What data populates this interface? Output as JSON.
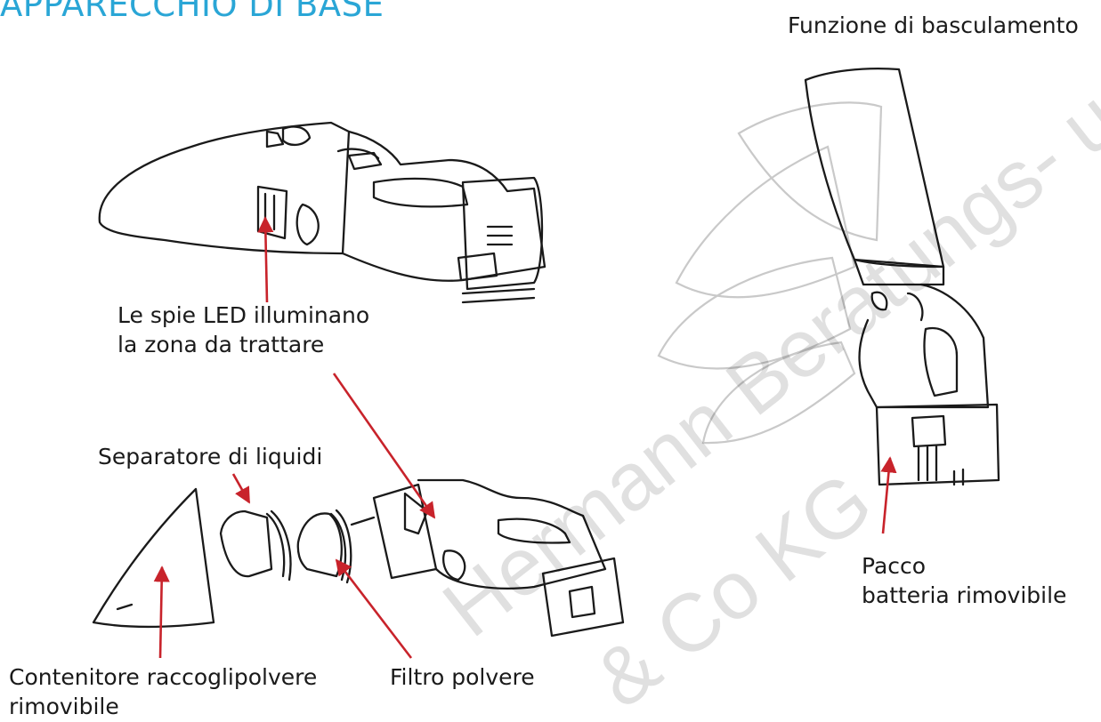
{
  "title": "APPARECCHIO DI BASE",
  "labels": {
    "tilt_function": "Funzione di basculamento",
    "led": [
      "Le spie LED illuminano",
      "la zona da trattare"
    ],
    "liquid_separator": "Separatore di liquidi",
    "battery": [
      "Pacco",
      "batteria rimovibile"
    ],
    "dust_container": [
      "Contenitore raccoglipolvere",
      "rimovibile"
    ],
    "dust_filter": "Filtro polvere"
  },
  "watermark": "Hermann Beratungs- und GmbH & Co KG",
  "colors": {
    "title": "#2aa6d6",
    "arrow": "#c8232b",
    "outline": "#1a1a1a",
    "ghost": "#c9c9c9",
    "watermark": "rgba(0,0,0,0.13)"
  }
}
